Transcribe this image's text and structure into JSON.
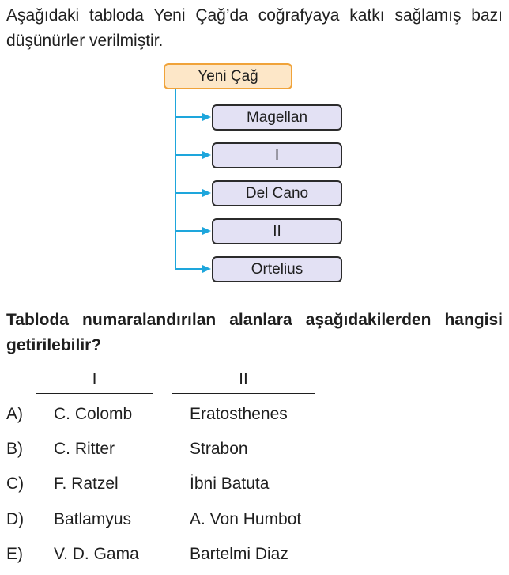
{
  "intro": "Aşağıdaki tabloda Yeni Çağ’da coğrafyaya katkı sağlamış bazı düşünürler verilmiştir.",
  "diagram": {
    "root": "Yeni Çağ",
    "items": [
      "Magellan",
      "I",
      "Del Cano",
      "II",
      "Ortelius"
    ],
    "colors": {
      "root_fill": "#fde7c8",
      "root_border": "#f0a33a",
      "item_fill": "#e3e1f4",
      "item_border": "#2b2b2b",
      "connector": "#1ea6dc"
    }
  },
  "question": "Tabloda numaralandırılan alanlara aşağıdakilerden hangisi getirilebilir?",
  "columns": {
    "c1": "I",
    "c2": "II"
  },
  "options": [
    {
      "letter": "A)",
      "c1": "C. Colomb",
      "c2": "Eratosthenes"
    },
    {
      "letter": "B)",
      "c1": "C. Ritter",
      "c2": "Strabon"
    },
    {
      "letter": "C)",
      "c1": "F. Ratzel",
      "c2": "İbni Batuta"
    },
    {
      "letter": "D)",
      "c1": "Batlamyus",
      "c2": "A. Von Humbot"
    },
    {
      "letter": "E)",
      "c1": "V. D. Gama",
      "c2": "Bartelmi Diaz"
    }
  ]
}
